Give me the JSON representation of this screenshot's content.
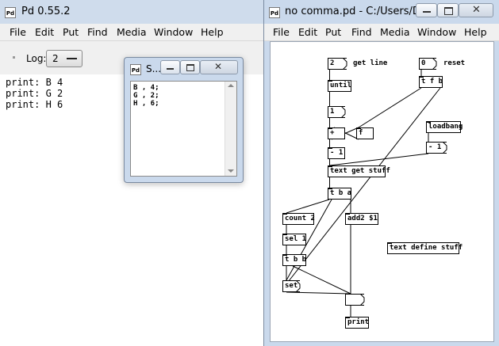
{
  "main_window": {
    "title": "Pd 0.55.2",
    "menu": [
      "File",
      "Edit",
      "Put",
      "Find",
      "Media",
      "Window",
      "Help"
    ],
    "log_label": "Log:",
    "log_value": "2",
    "console_lines": [
      "print: B 4",
      "print: G 2",
      "print: H 6"
    ]
  },
  "small_window": {
    "title": "S...",
    "lines": [
      "B , 4;",
      "G , 2;",
      "H , 6;"
    ]
  },
  "patch_window": {
    "title": "no comma.pd  -  C:/Users/Da...",
    "menu": [
      "File",
      "Edit",
      "Put",
      "Find",
      "Media",
      "Window",
      "Help"
    ],
    "objects": {
      "get_line_num": "2",
      "get_line_label": "get line",
      "reset_num": "0",
      "reset_label": "reset",
      "until": "until",
      "num_1": "1",
      "t_f_b": "t f b",
      "plus": "+",
      "f": "f",
      "loadbang": "loadbang",
      "minus1_a": "- 1",
      "minus1_b": "- 1",
      "text_get": "text get stuff",
      "t_b_a": "t b a",
      "count": "count 2",
      "add2": "add2 $1",
      "sel": "sel 1",
      "t_b_b": "t b b",
      "text_define": "text define stuff",
      "set": "set",
      "print": "print"
    }
  }
}
